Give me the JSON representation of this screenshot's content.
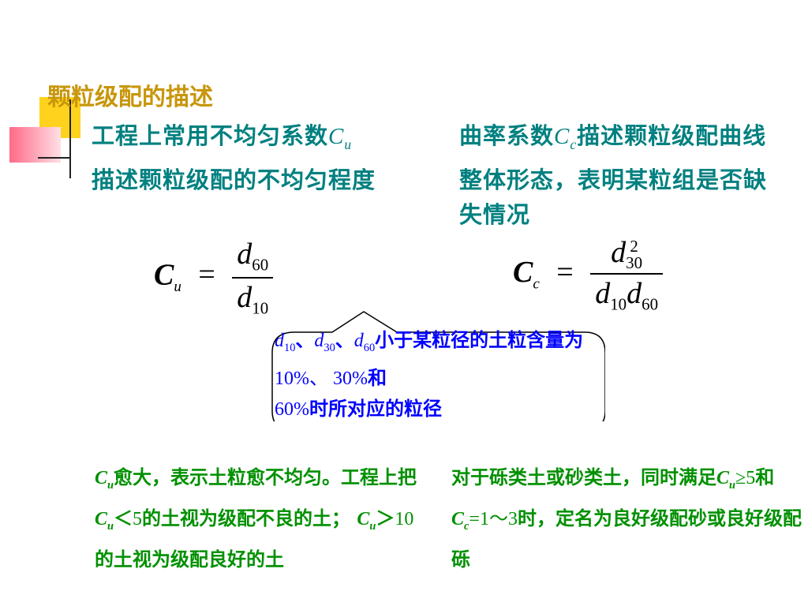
{
  "slide": {
    "title": "颗粒级配的描述",
    "left_text": {
      "part1": "工程上常用不均匀系数",
      "symbol": "C",
      "symbol_sub": "u",
      "part2": "描述颗粒级配的不均匀程度"
    },
    "right_text": {
      "part1": "曲率系数",
      "symbol": "C",
      "symbol_sub": "c",
      "part2": "描述颗粒级配曲线整体形态，表明某粒组是否缺失情况"
    },
    "formula_cu": {
      "lhs": "C",
      "lhs_sub": "u",
      "eq": "=",
      "num": "d",
      "num_sub": "60",
      "den": "d",
      "den_sub": "10"
    },
    "formula_cc": {
      "lhs": "C",
      "lhs_sub": "c",
      "eq": "=",
      "num": "d",
      "num_sup": "2",
      "num_sub": "30",
      "den1": "d",
      "den1_sub": "10",
      "den2": "d",
      "den2_sub": "60"
    },
    "callout": {
      "d": "d",
      "s10": "10",
      "sep": "、",
      "s30": "30",
      "s60": "60",
      "t1": "小于某粒径的土粒含量为",
      "v1": "10%、 30%",
      "t2": "和",
      "v2": "60%",
      "t3": "时所对应的粒径"
    },
    "bottom_left": {
      "symbol": "C",
      "sub": "u",
      "t1": "愈大，表示土粒愈不均匀。工程上把",
      "t2": "＜",
      "n1": "5",
      "t3": "的土视为级配不良的土；",
      "t4": "＞",
      "n2": "10",
      "t5": "的土视为级配良好的土"
    },
    "bottom_right": {
      "t1": "对于砾类土或砂类土，同时满足",
      "symbol1": "C",
      "sub1": "u",
      "cond1": "≥5",
      "t2": "和",
      "symbol2": "C",
      "sub2": "c",
      "cond2": "=1～3",
      "t3": "时，定名为良好级配砂或良好级配砾"
    }
  },
  "colors": {
    "title": "#c8960a",
    "teal_text": "#008080",
    "blue_text": "#0000ff",
    "green_text": "#009000",
    "deco_yellow": "#ffd21e",
    "deco_red": "#ff6a88"
  }
}
